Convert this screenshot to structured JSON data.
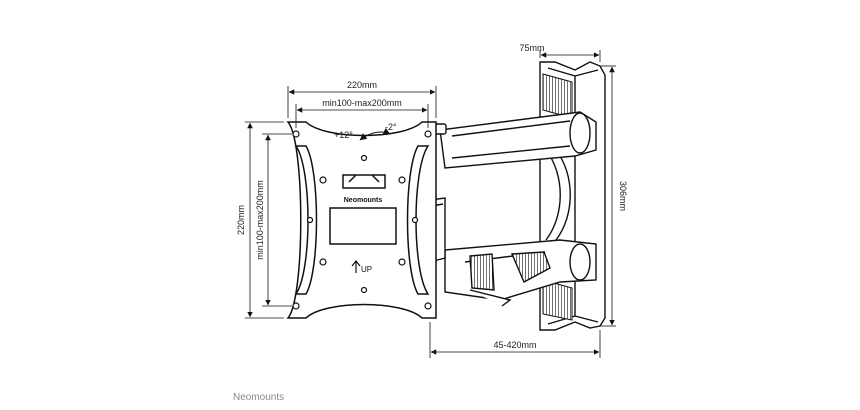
{
  "dimensions": {
    "plate_width": "220mm",
    "vesa_horizontal": "min100-max200mm",
    "plate_height": "220mm",
    "vesa_vertical": "min100-max200mm",
    "wall_depth": "75mm",
    "total_height": "306mm",
    "arm_extension": "45-420mm"
  },
  "tilt": {
    "up": "+12°",
    "down": "-2°"
  },
  "plate": {
    "logo": "Neomounts",
    "up_label": "UP"
  },
  "footer": {
    "brand": "Neomounts"
  }
}
